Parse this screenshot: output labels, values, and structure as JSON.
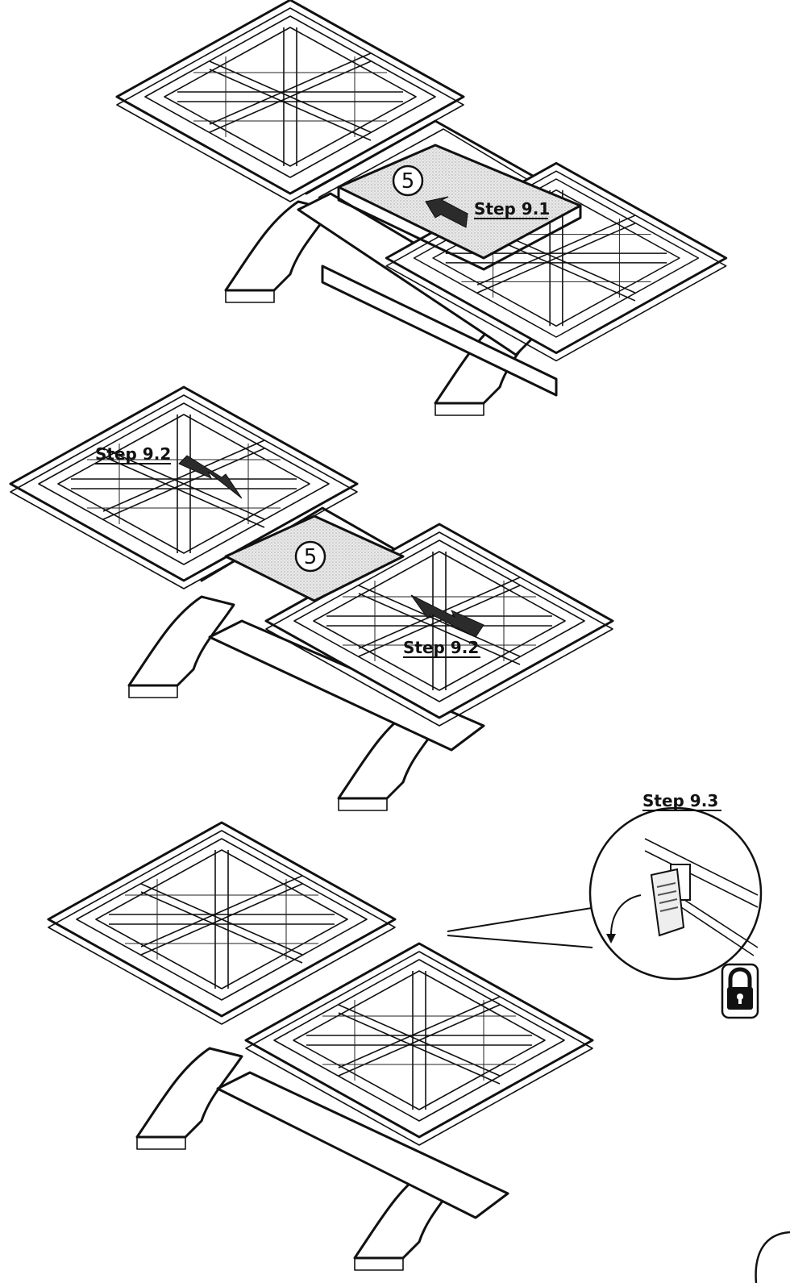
{
  "steps": {
    "s91": "Step 9.1",
    "s92a": "Step 9.2",
    "s92b": "Step 9.2",
    "s93": "Step 9.3"
  },
  "part_number": "5",
  "icons": {
    "lock": "lock-icon",
    "rotate": "rotate-arrow-icon",
    "push": "push-arrow-icon"
  }
}
